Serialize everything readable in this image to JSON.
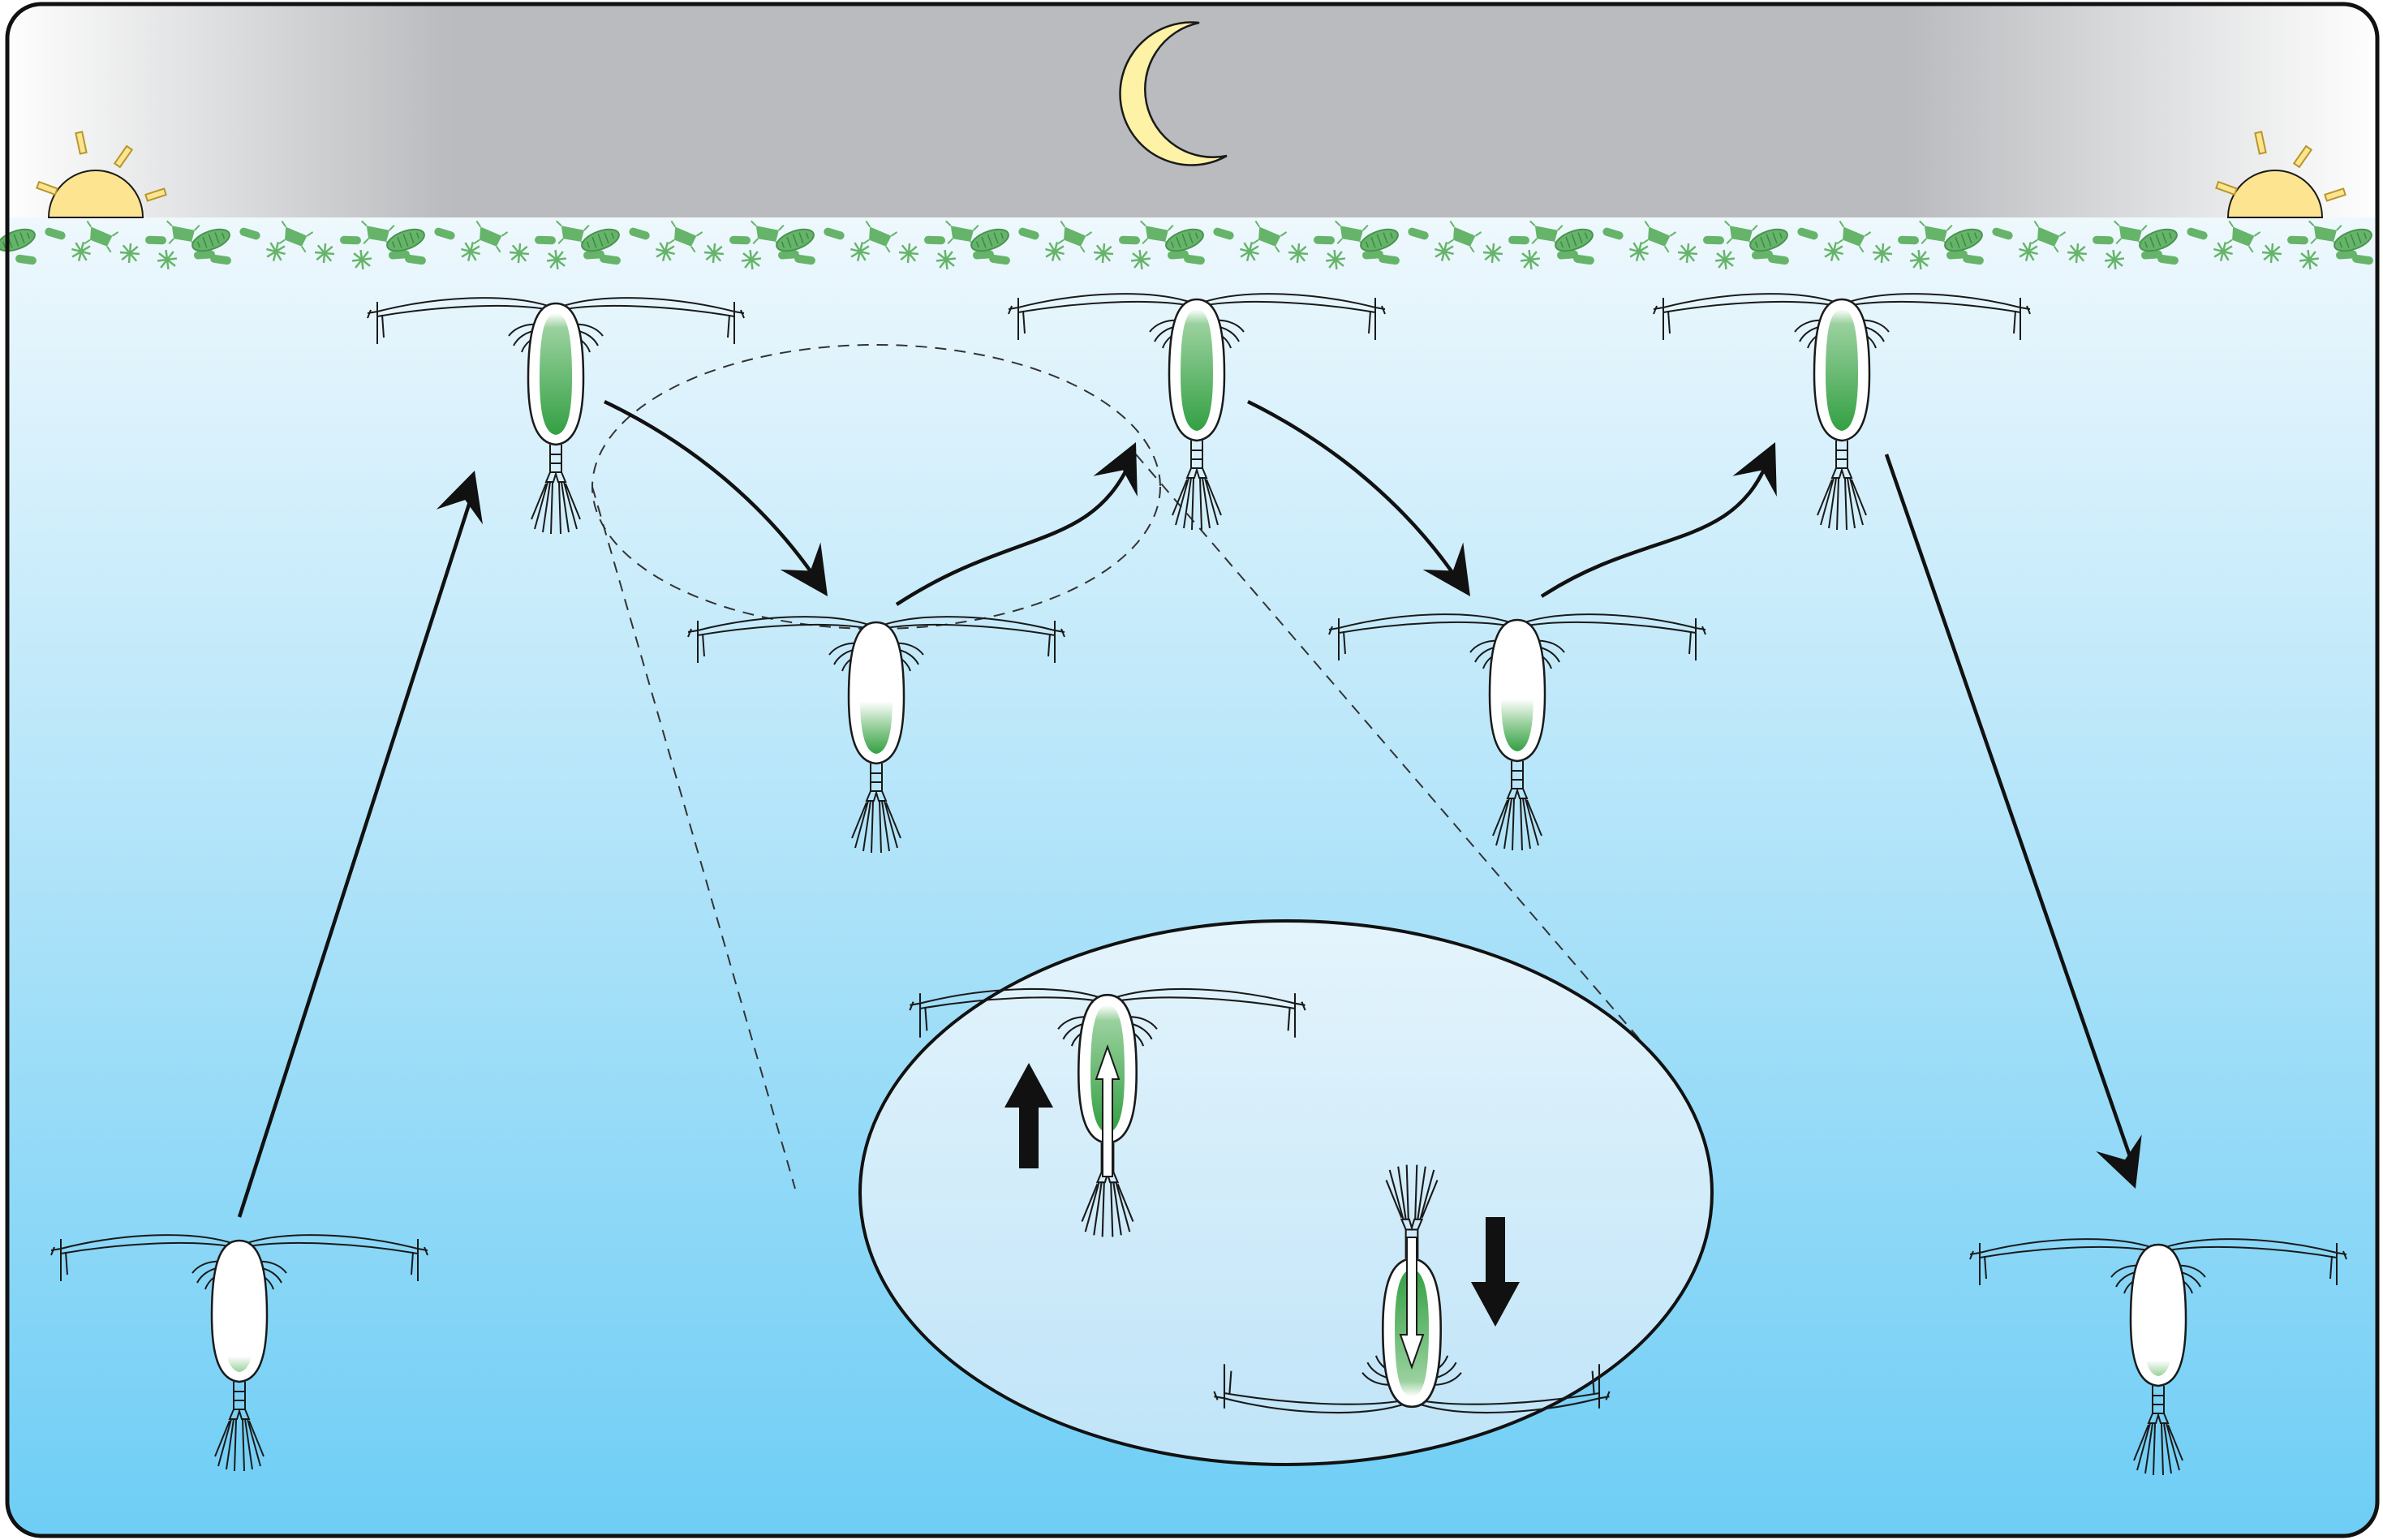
{
  "colors": {
    "sky_night": "#b9bbbe",
    "sky_day": "#ffffff",
    "water_top": "#eef8fd",
    "water_bottom": "#6dcdf5",
    "sun_fill": "#fde490",
    "sun_ray": "#f5d45a",
    "moon_fill": "#fdf2a6",
    "phyto_fill": "#66b46a",
    "phyto_stroke": "#4a9450",
    "gut_green": "#33a043",
    "outline": "#1a1a1a",
    "inset_fill": "#cfeaf9"
  },
  "icons": {
    "sun": "sun-icon",
    "moon": "crescent-moon-icon",
    "phytoplankton": "phytoplankton-cell-icon",
    "copepod": "copepod-icon",
    "arrow": "arrow-icon"
  },
  "copepods": [
    {
      "id": "deep-left",
      "gut_fill": 0.05
    },
    {
      "id": "surface-1",
      "gut_fill": 1.0
    },
    {
      "id": "mid-1",
      "gut_fill": 0.35
    },
    {
      "id": "surface-2",
      "gut_fill": 1.0
    },
    {
      "id": "mid-2",
      "gut_fill": 0.35
    },
    {
      "id": "surface-3",
      "gut_fill": 1.0
    },
    {
      "id": "deep-right",
      "gut_fill": 0.05
    }
  ],
  "inset": {
    "copepods": [
      {
        "id": "inset-up",
        "direction": "up",
        "gut_fill": 1.0
      },
      {
        "id": "inset-down",
        "direction": "down",
        "gut_fill": 1.0
      }
    ]
  }
}
